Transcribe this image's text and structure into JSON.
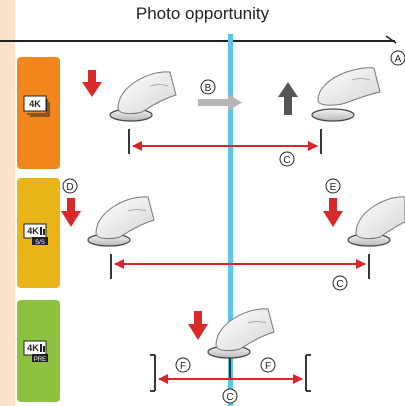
{
  "title": "Photo opportunity",
  "modes": [
    {
      "icon": "4k-burst-icon",
      "sublabel": "",
      "color": "#f0861c"
    },
    {
      "icon": "4k-burst-start-stop-icon",
      "sublabel": "S/S",
      "color": "#e8b418"
    },
    {
      "icon": "4k-pre-burst-icon",
      "sublabel": "PRE",
      "color": "#8cc23f"
    }
  ],
  "icon_text": "4K",
  "markers": {
    "A": "A",
    "B": "B",
    "C": "C",
    "D": "D",
    "E": "E",
    "F": "F"
  },
  "colors": {
    "timeline": "#222222",
    "opportunity_line": "#5bc6ea",
    "press_arrow": "#d82a2a",
    "release_arrow": "#555555",
    "interval_arrow": "#d8262a",
    "move_arrow": "#b5b5b5",
    "left_band": "#fbe3c9"
  }
}
